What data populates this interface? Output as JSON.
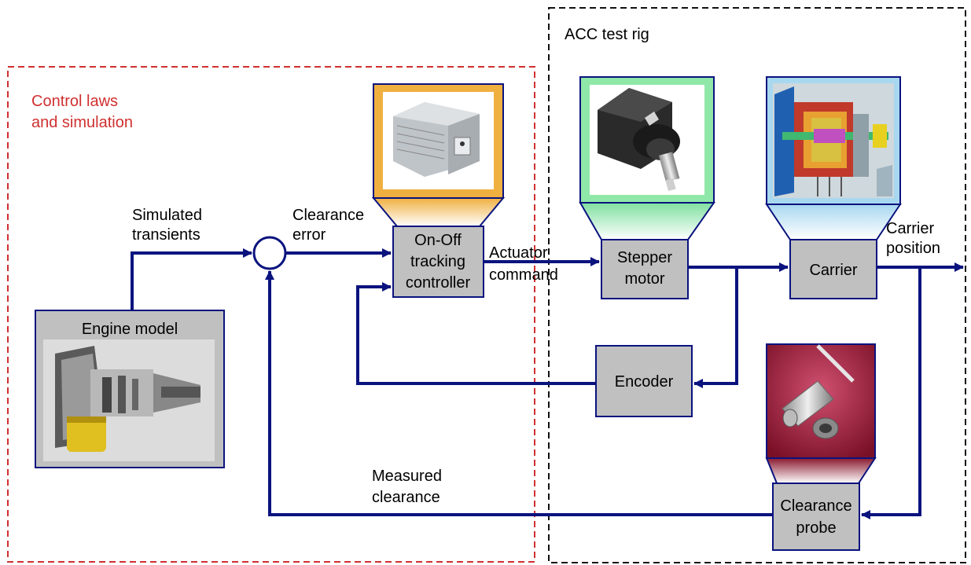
{
  "regions": {
    "control_laws_line1": "Control laws",
    "control_laws_line2": "and simulation",
    "acc_test_rig": "ACC test rig"
  },
  "blocks": {
    "engine_model": "Engine model",
    "controller_line1": "On-Off",
    "controller_line2": "tracking",
    "controller_line3": "controller",
    "stepper_line1": "Stepper",
    "stepper_line2": "motor",
    "carrier": "Carrier",
    "encoder": "Encoder",
    "probe_line1": "Clearance",
    "probe_line2": "probe"
  },
  "signals": {
    "simulated_line1": "Simulated",
    "simulated_line2": "transients",
    "clearance_error_line1": "Clearance",
    "clearance_error_line2": "error",
    "actuator_line1": "Actuator",
    "actuator_line2": "command",
    "carrier_position_line1": "Carrier",
    "carrier_position_line2": "position",
    "measured_line1": "Measured",
    "measured_line2": "clearance"
  },
  "colors": {
    "signal": "#0a137e",
    "block_fill": "#c0c0c0",
    "red_region": "#d03030",
    "black_region": "#111111",
    "controller_accent": "#f0b040",
    "stepper_accent": "#90e8a8",
    "carrier_accent": "#a8d8f0",
    "probe_accent": "#9a2038"
  },
  "icons": {
    "controller_photo": "industrial-pc-icon",
    "stepper_photo": "stepper-motor-icon",
    "carrier_photo": "carrier-cutaway-icon",
    "probe_photo": "clearance-probe-sensor-icon",
    "engine_photo": "turbofan-engine-icon"
  }
}
